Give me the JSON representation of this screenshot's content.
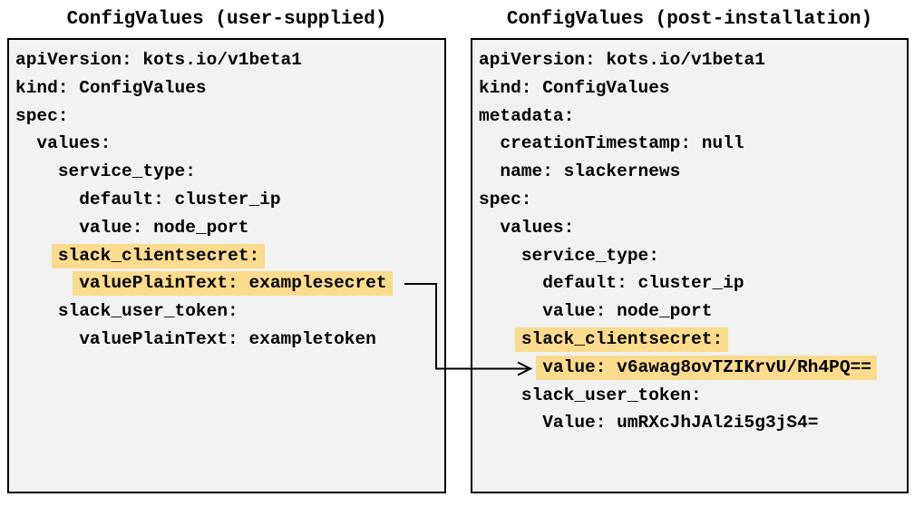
{
  "colors": {
    "page_background": "#ffffff",
    "panel_background": "#f2f2f2",
    "panel_border": "#000000",
    "highlight": "#fbdb8d",
    "text": "#000000",
    "arrow": "#000000"
  },
  "left_panel": {
    "title": "ConfigValues (user-supplied)",
    "lines": [
      {
        "indent": 0,
        "text": "apiVersion: kots.io/v1beta1",
        "highlighted": false
      },
      {
        "indent": 0,
        "text": "kind: ConfigValues",
        "highlighted": false
      },
      {
        "indent": 0,
        "text": "spec:",
        "highlighted": false
      },
      {
        "indent": 2,
        "text": "values:",
        "highlighted": false
      },
      {
        "indent": 4,
        "text": "service_type:",
        "highlighted": false
      },
      {
        "indent": 6,
        "text": "default: cluster_ip",
        "highlighted": false
      },
      {
        "indent": 6,
        "text": "value: node_port",
        "highlighted": false
      },
      {
        "indent": 4,
        "text": "slack_clientsecret:",
        "highlighted": true
      },
      {
        "indent": 6,
        "text": "valuePlainText: examplesecret",
        "highlighted": true
      },
      {
        "indent": 4,
        "text": "slack_user_token:",
        "highlighted": false
      },
      {
        "indent": 6,
        "text": "valuePlainText: exampletoken",
        "highlighted": false
      }
    ]
  },
  "right_panel": {
    "title": "ConfigValues (post-installation)",
    "lines": [
      {
        "indent": 0,
        "text": "apiVersion: kots.io/v1beta1",
        "highlighted": false
      },
      {
        "indent": 0,
        "text": "kind: ConfigValues",
        "highlighted": false
      },
      {
        "indent": 0,
        "text": "metadata:",
        "highlighted": false
      },
      {
        "indent": 2,
        "text": "creationTimestamp: null",
        "highlighted": false
      },
      {
        "indent": 2,
        "text": "name: slackernews",
        "highlighted": false
      },
      {
        "indent": 0,
        "text": "spec:",
        "highlighted": false
      },
      {
        "indent": 2,
        "text": "values:",
        "highlighted": false
      },
      {
        "indent": 4,
        "text": "service_type:",
        "highlighted": false
      },
      {
        "indent": 6,
        "text": "default: cluster_ip",
        "highlighted": false
      },
      {
        "indent": 6,
        "text": "value: node_port",
        "highlighted": false
      },
      {
        "indent": 4,
        "text": "slack_clientsecret:",
        "highlighted": true
      },
      {
        "indent": 6,
        "text": "value: v6awag8ovTZIKrvU/Rh4PQ==",
        "highlighted": true
      },
      {
        "indent": 4,
        "text": "slack_user_token:",
        "highlighted": false
      },
      {
        "indent": 6,
        "text": "Value: umRXcJhJAl2i5g3jS4=",
        "highlighted": false
      }
    ]
  },
  "arrow": {
    "from_line": "valuePlainText: examplesecret",
    "to_line": "value: v6awag8ovTZIKrvU/Rh4PQ=="
  }
}
